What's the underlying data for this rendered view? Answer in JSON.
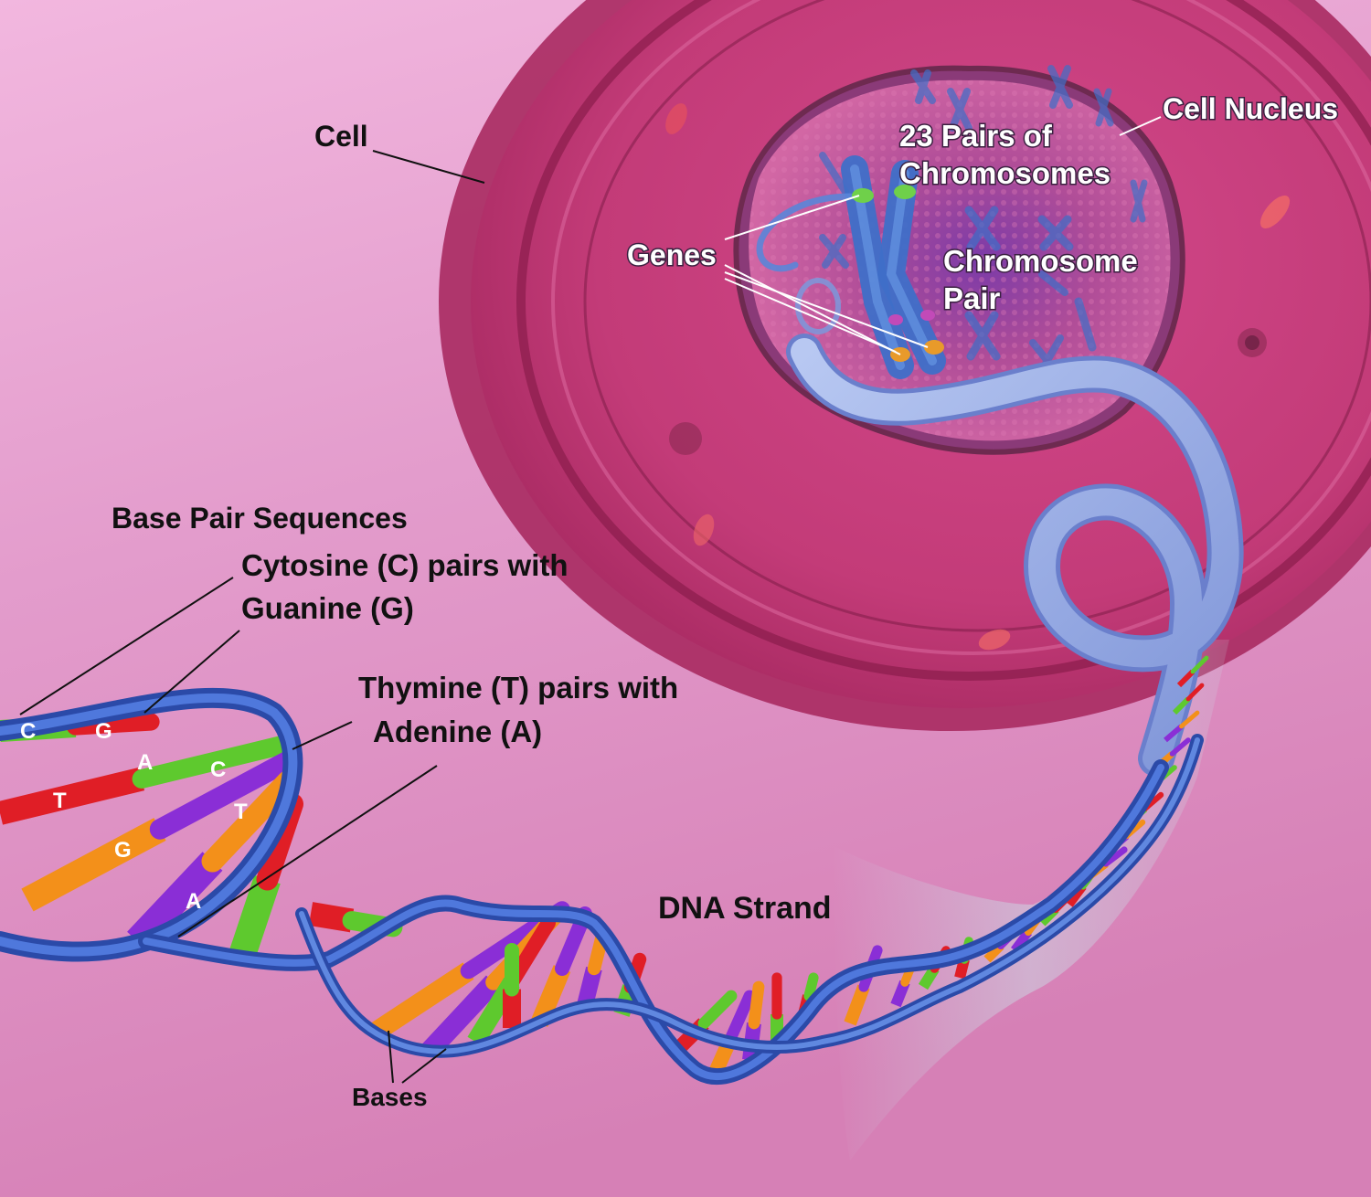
{
  "labels": {
    "cell": "Cell",
    "cell_nucleus": "Cell Nucleus",
    "chromosomes_line1": "23 Pairs of",
    "chromosomes_line2": "Chromosomes",
    "genes": "Genes",
    "chromosome_pair_line1": "Chromosome",
    "chromosome_pair_line2": "Pair",
    "base_pair_sequences": "Base Pair Sequences",
    "cytosine_line1": "Cytosine (C) pairs with",
    "cytosine_line2": "Guanine (G)",
    "thymine_line1": "Thymine (T) pairs with",
    "thymine_line2": "Adenine (A)",
    "dna_strand": "DNA Strand",
    "bases": "Bases"
  },
  "base_letters": [
    "C",
    "G",
    "A",
    "T",
    "C",
    "G",
    "T",
    "A"
  ],
  "colors": {
    "background": "#dc8fc6",
    "cell": "#c0346a",
    "nucleus": "#c45089",
    "chromosome": "#3f6fc8",
    "backbone": "#3d62c8",
    "cytosine": "#e01e26",
    "guanine": "#5ec92e",
    "thymine": "#8a2ed6",
    "adenine": "#f3901a"
  }
}
